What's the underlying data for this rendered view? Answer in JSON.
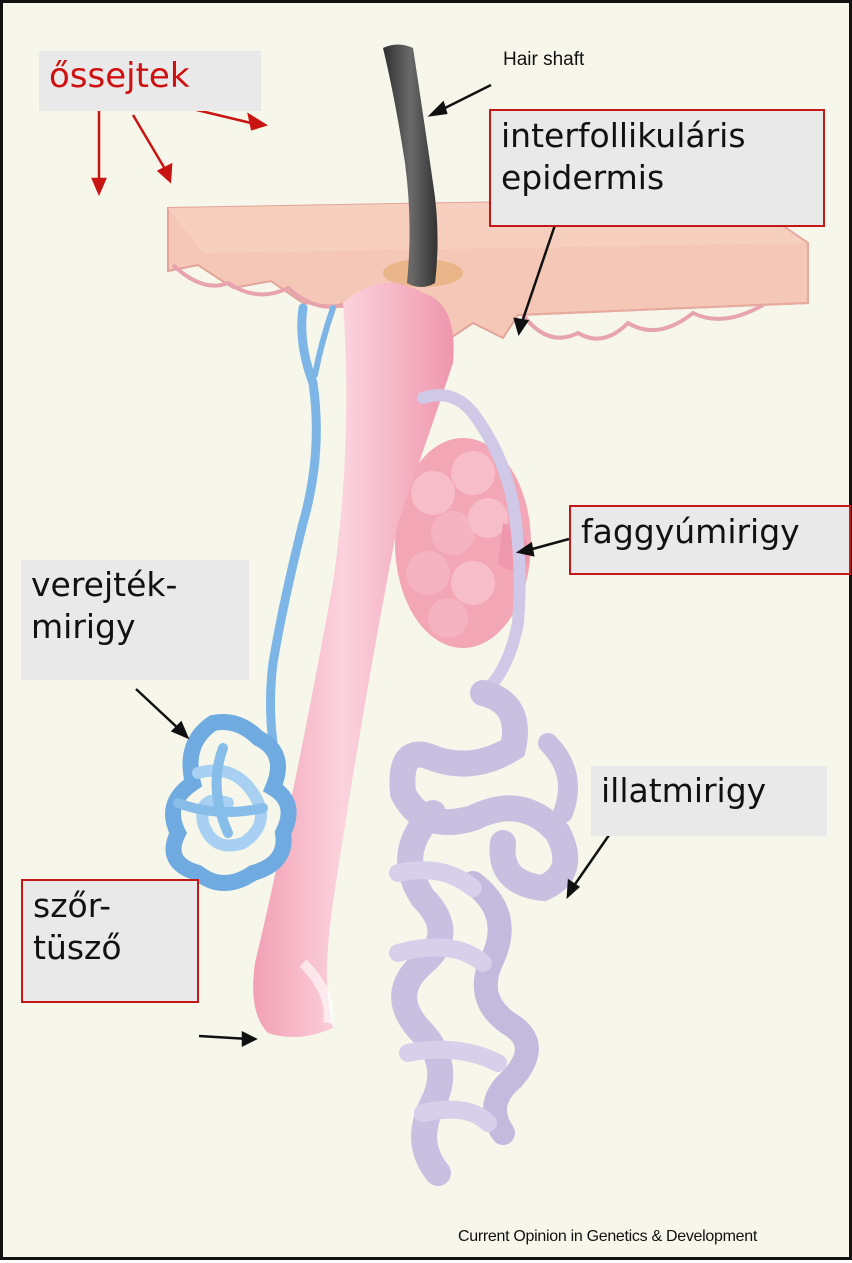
{
  "labels": {
    "stem_cells": "őssejtek",
    "hair_shaft": "Hair shaft",
    "interfollicular_epidermis": "interfollikuláris\nepidermis",
    "sebaceous_gland": "faggyúmirigy",
    "sweat_gland": "verejték-\nmirigy",
    "scent_gland": "illatmirigy",
    "hair_follicle": "szőr-\ntüsző"
  },
  "credit": "Current Opinion in Genetics & Development",
  "colors": {
    "stem_text": "#d01010",
    "label_border": "#c21818",
    "label_bg": "#e9e9e9",
    "background": "#f6f7ea",
    "epidermis": "#f4bfae",
    "follicle": "#f5a8bb",
    "sweat_gland": "#7fb7e6",
    "scent_gland": "#cbc3e2",
    "hair": "#4a4a4a"
  }
}
